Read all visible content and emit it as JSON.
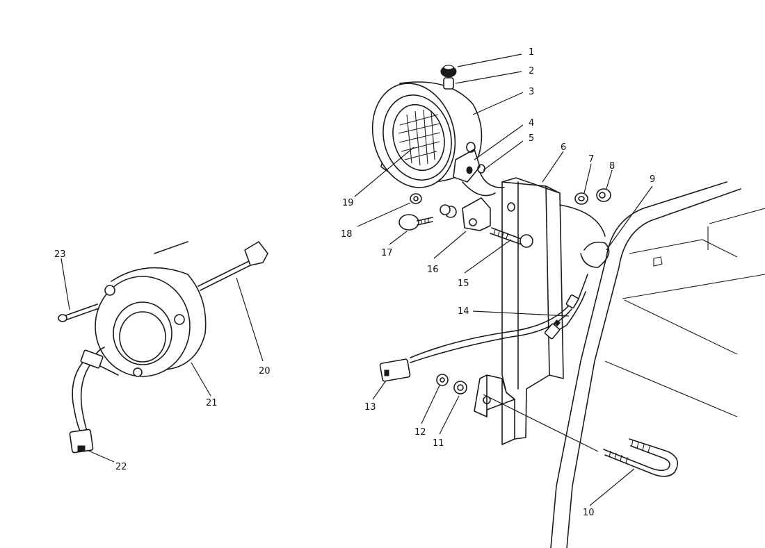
{
  "parts": [
    {
      "id": "p1",
      "number": "1"
    },
    {
      "id": "p2",
      "number": "2"
    },
    {
      "id": "p3",
      "number": "3"
    },
    {
      "id": "p4",
      "number": "4"
    },
    {
      "id": "p5",
      "number": "5"
    },
    {
      "id": "p6",
      "number": "6"
    },
    {
      "id": "p7",
      "number": "7"
    },
    {
      "id": "p8",
      "number": "8"
    },
    {
      "id": "p9",
      "number": "9"
    },
    {
      "id": "p10",
      "number": "10"
    },
    {
      "id": "p11",
      "number": "11"
    },
    {
      "id": "p12",
      "number": "12"
    },
    {
      "id": "p13",
      "number": "13"
    },
    {
      "id": "p14",
      "number": "14"
    },
    {
      "id": "p15",
      "number": "15"
    },
    {
      "id": "p16",
      "number": "16"
    },
    {
      "id": "p17",
      "number": "17"
    },
    {
      "id": "p18",
      "number": "18"
    },
    {
      "id": "p19",
      "number": "19"
    },
    {
      "id": "p20",
      "number": "20"
    },
    {
      "id": "p21",
      "number": "21"
    },
    {
      "id": "p22",
      "number": "22"
    },
    {
      "id": "p23",
      "number": "23"
    }
  ]
}
